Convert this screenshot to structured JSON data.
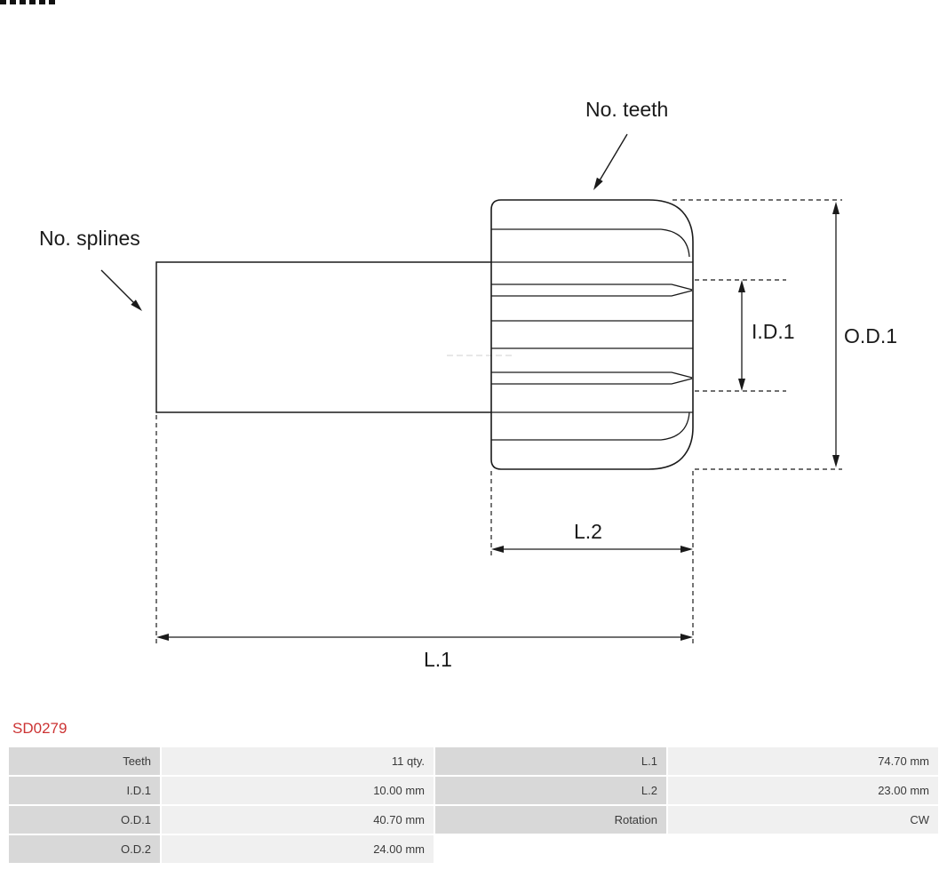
{
  "part_number": "SD0279",
  "colors": {
    "part_number": "#cc3333",
    "diagram_line": "#1a1a1a",
    "table_label_bg": "#d8d8d8",
    "table_value_bg": "#f0f0f0",
    "table_text": "#3a3a3a"
  },
  "diagram": {
    "labels": {
      "no_teeth": "No. teeth",
      "no_splines": "No. splines",
      "id1": "I.D.1",
      "od1": "O.D.1",
      "l2": "L.2",
      "l1": "L.1"
    }
  },
  "specs": {
    "rows": [
      {
        "c0": "Teeth",
        "c1": "11 qty.",
        "c2": "L.1",
        "c3": "74.70 mm"
      },
      {
        "c0": "I.D.1",
        "c1": "10.00 mm",
        "c2": "L.2",
        "c3": "23.00 mm"
      },
      {
        "c0": "O.D.1",
        "c1": "40.70 mm",
        "c2": "Rotation",
        "c3": "CW"
      },
      {
        "c0": "O.D.2",
        "c1": "24.00 mm",
        "c2": "",
        "c3": ""
      }
    ]
  }
}
